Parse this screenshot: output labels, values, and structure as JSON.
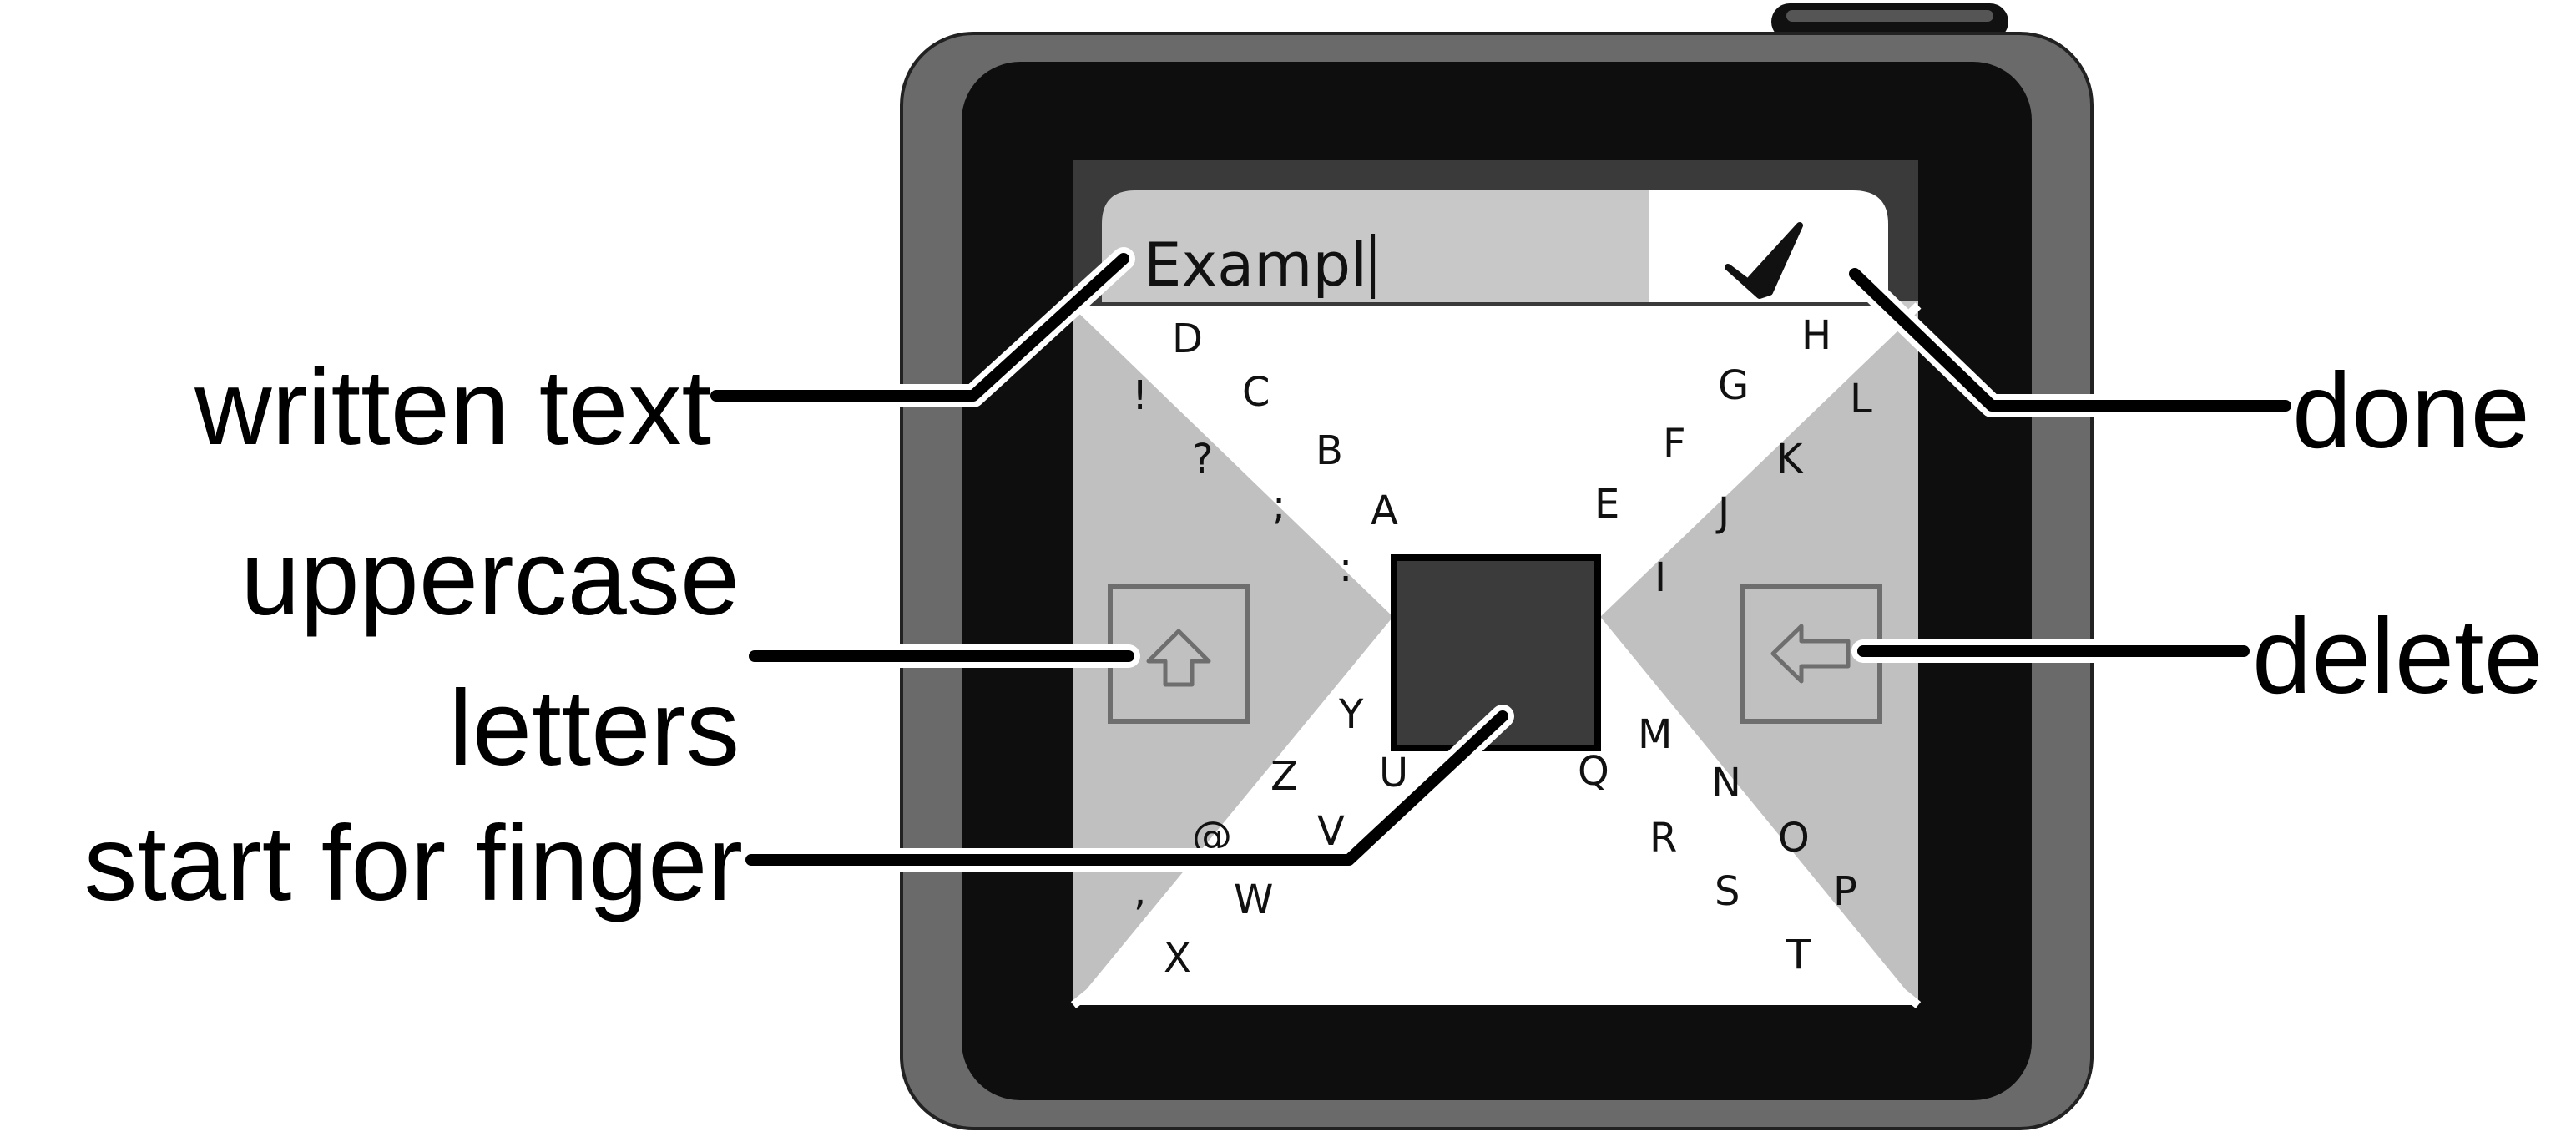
{
  "device": {
    "typed_text": "Exampl",
    "colors": {
      "bezel_outer": "#6a6a6a",
      "bezel_inner": "#0e0e0e",
      "screen_frame": "#3a3a3a",
      "text_bar": "#c8c8c8",
      "zone_gray": "#c0c0c0",
      "center_square": "#3b3b3b"
    }
  },
  "keys": {
    "D": "D",
    "C": "C",
    "B": "B",
    "A": "A",
    "exclaim": "!",
    "question": "?",
    "semicolon": ";",
    "colon": ":",
    "H": "H",
    "G": "G",
    "F": "F",
    "E": "E",
    "L": "L",
    "K": "K",
    "J": "J",
    "I": "I",
    "Y": "Y",
    "Z": "Z",
    "U": "U",
    "V": "V",
    "W": "W",
    "X": "X",
    "at": "@",
    "comma": ",",
    "M": "M",
    "N": "N",
    "O": "O",
    "P": "P",
    "Q": "Q",
    "R": "R",
    "S": "S",
    "T": "T"
  },
  "callouts": {
    "written_text": "written text",
    "uppercase_line1": "uppercase",
    "uppercase_line2": "letters",
    "start": "start for finger",
    "done": "done",
    "delete": "delete"
  }
}
